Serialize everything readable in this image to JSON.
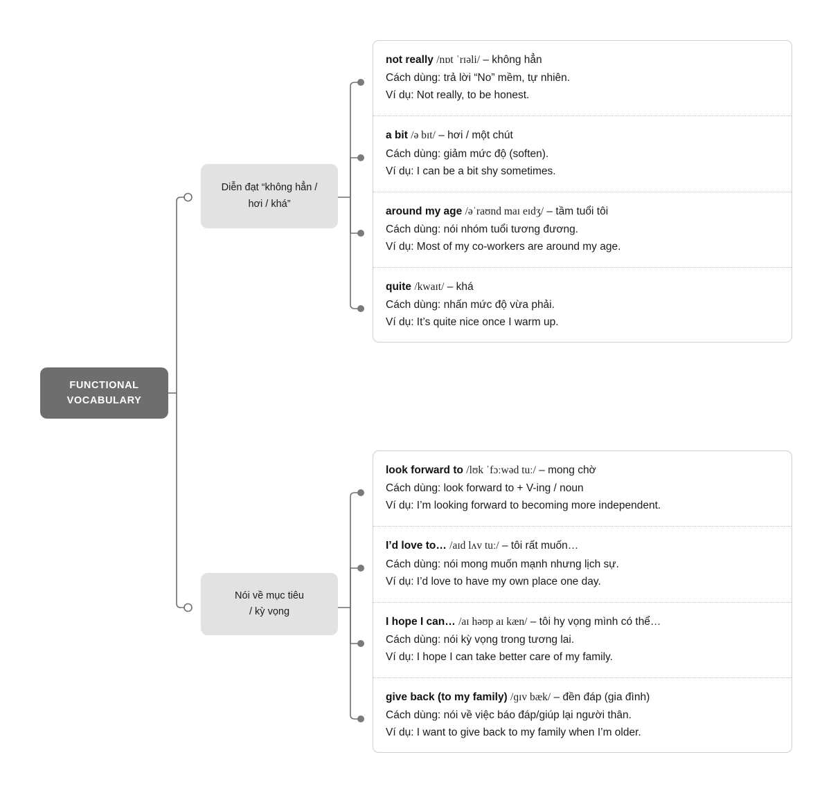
{
  "root": {
    "label_line_1": "FUNCTIONAL",
    "label_line_2": "VOCABULARY",
    "color": "#6e6e6e",
    "text_color": "#ffffff"
  },
  "theme": {
    "branch_box_color": "#e2e2e2",
    "card_border_color": "#cfcfcf",
    "connector_color": "#6f6f6f",
    "divider_color": "#c2c2c2",
    "page_background": "#ffffff"
  },
  "branches": [
    {
      "label_line_1": "Diễn đạt “không hẳn /",
      "label_line_2": "hơi / khá”",
      "entries": [
        {
          "term": "not really",
          "ipa": "/nɒt ˈrɪəli/",
          "dash": "–",
          "gloss": "không hẳn",
          "usage": "Cách dùng: trả lời “No” mềm, tự nhiên.",
          "example": "Ví dụ: Not really, to be honest."
        },
        {
          "term": "a bit",
          "ipa": "/ə bɪt/",
          "dash": "–",
          "gloss": "hơi / một chút",
          "usage": "Cách dùng: giảm mức độ (soften).",
          "example": "Ví dụ: I can be a bit shy sometimes."
        },
        {
          "term": "around my age",
          "ipa": "/əˈraʊnd maɪ eɪdʒ/",
          "dash": "–",
          "gloss": "tầm tuổi tôi",
          "usage": "Cách dùng: nói nhóm tuổi tương đương.",
          "example": "Ví dụ: Most of my co-workers are around my age."
        },
        {
          "term": "quite",
          "ipa": "/kwaɪt/",
          "dash": "–",
          "gloss": "khá",
          "usage": "Cách dùng: nhấn mức độ vừa phải.",
          "example": "Ví dụ: It’s quite nice once I warm up."
        }
      ]
    },
    {
      "label_line_1": "Nói về mục tiêu",
      "label_line_2": "/ kỳ vọng",
      "entries": [
        {
          "term": "look forward to",
          "ipa": "/lʊk ˈfɔːwəd tuː/",
          "dash": "–",
          "gloss": "mong chờ",
          "usage": "Cách dùng: look forward to + V-ing / noun",
          "example": "Ví dụ: I’m looking forward to becoming more independent."
        },
        {
          "term": "I’d love to…",
          "ipa": "/aɪd lʌv tuː/",
          "dash": "–",
          "gloss": "tôi rất muốn…",
          "usage": "Cách dùng: nói mong muốn mạnh nhưng lịch sự.",
          "example": "Ví dụ: I’d love to have my own place one day."
        },
        {
          "term": "I hope I can…",
          "ipa": "/aɪ həʊp aɪ kæn/",
          "dash": "–",
          "gloss": "tôi hy vọng mình có thể…",
          "usage": "Cách dùng: nói kỳ vọng trong tương lai.",
          "example": "Ví dụ: I hope I can take better care of my family."
        },
        {
          "term": "give back (to my family)",
          "ipa": "/ɡɪv bæk/",
          "dash": "–",
          "gloss": "đền đáp (gia đình)",
          "usage": "Cách dùng: nói về việc báo đáp/giúp lại người thân.",
          "example": "Ví dụ: I want to give back to my family when I’m older."
        }
      ]
    }
  ]
}
